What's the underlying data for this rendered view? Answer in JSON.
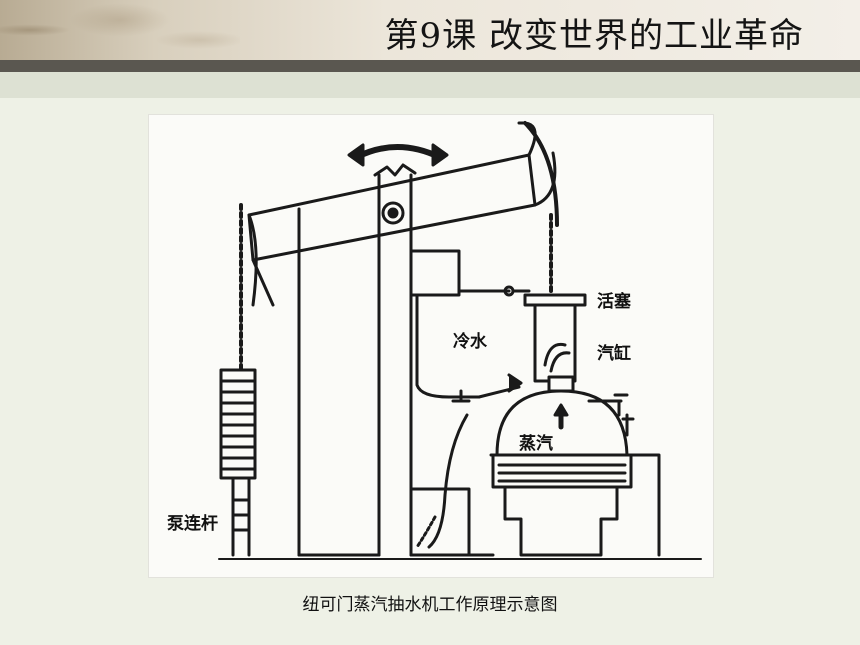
{
  "slide": {
    "title": "第9课 改变世界的工业革命",
    "caption": "纽可门蒸汽抽水机工作原理示意图"
  },
  "diagram": {
    "labels": {
      "piston": "活塞",
      "cold_water": "冷水",
      "cylinder": "汽缸",
      "steam": "蒸汽",
      "pump_rod": "泵连杆"
    }
  },
  "colors": {
    "background": "#eef1e6",
    "band": "#5a5750",
    "ink": "#141414"
  }
}
